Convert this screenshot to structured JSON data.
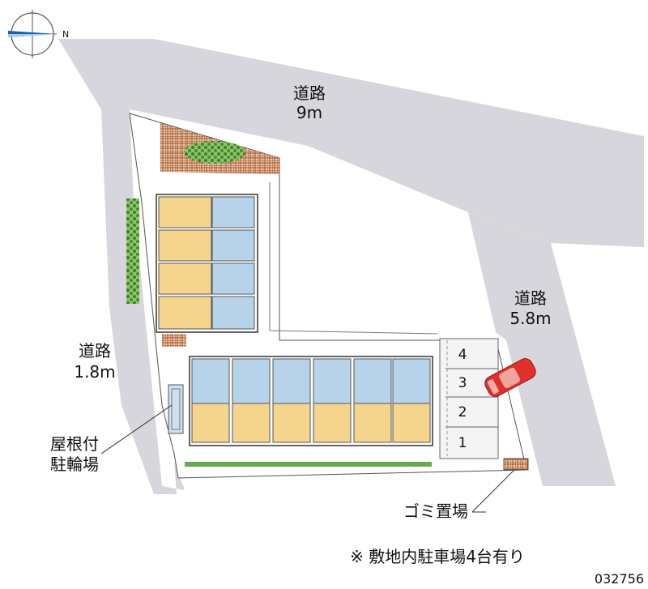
{
  "compass": {
    "north_label": "N"
  },
  "roads": {
    "main_top": {
      "name": "道路",
      "width": "9m"
    },
    "right": {
      "name": "道路",
      "width": "5.8m"
    },
    "left": {
      "name": "道路",
      "width": "1.8m"
    }
  },
  "bicycle_parking": {
    "line1": "屋根付",
    "line2": "駐輪場"
  },
  "garbage": {
    "label": "ゴミ置場"
  },
  "parking": {
    "spaces": [
      "4",
      "3",
      "2",
      "1"
    ]
  },
  "note": "※ 敷地内駐車場4台有り",
  "property_id": "032756",
  "colors": {
    "road": "#d6d6dc",
    "site": "#ffffff",
    "unit_room": "#f5d48e",
    "unit_wet": "#b6d3ea",
    "greenery": "#5a9a3a",
    "tile": "#a3542e",
    "car": "#e0302a"
  }
}
